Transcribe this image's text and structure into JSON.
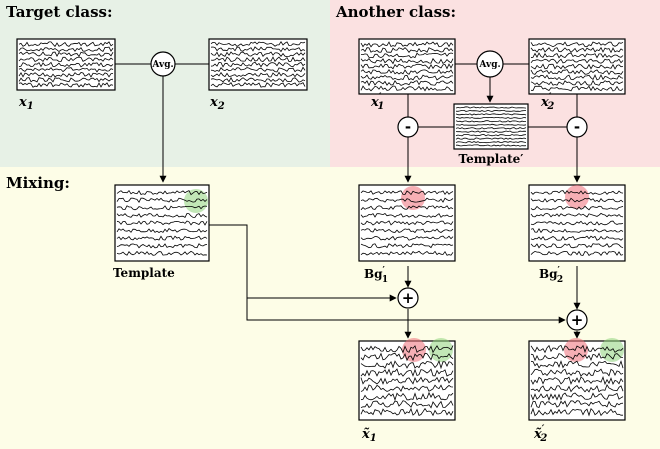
{
  "sections": {
    "target": "Target class:",
    "another": "Another class:",
    "mixing": "Mixing:"
  },
  "operators": {
    "avg": "Avg.",
    "minus": "-",
    "plus": "+"
  },
  "labels": {
    "x1": "x",
    "x1_sub": "1",
    "x2": "x",
    "x2_sub": "2",
    "x1p": "x",
    "x1p_sub": "1",
    "x1p_prime": "′",
    "x2p": "x",
    "x2p_sub": "2",
    "x2p_prime": "′",
    "template_prime": "Template′",
    "template": "Template",
    "bg1": "Bg",
    "bg1_prime": "′",
    "bg1_sub": "1",
    "bg2": "Bg",
    "bg2_prime": "′",
    "bg2_sub": "2",
    "mix1": "x̃",
    "mix1_sub": "1",
    "mix2": "x̃",
    "mix2_sub": "2",
    "mix2_prime": "′"
  },
  "colors": {
    "target_bg": "#e7f1e6",
    "another_bg": "#fbe1e1",
    "mixing_bg": "#fdfde7",
    "red_highlight": "#ef6e78",
    "green_highlight": "#8fd37b",
    "line": "#000000"
  }
}
